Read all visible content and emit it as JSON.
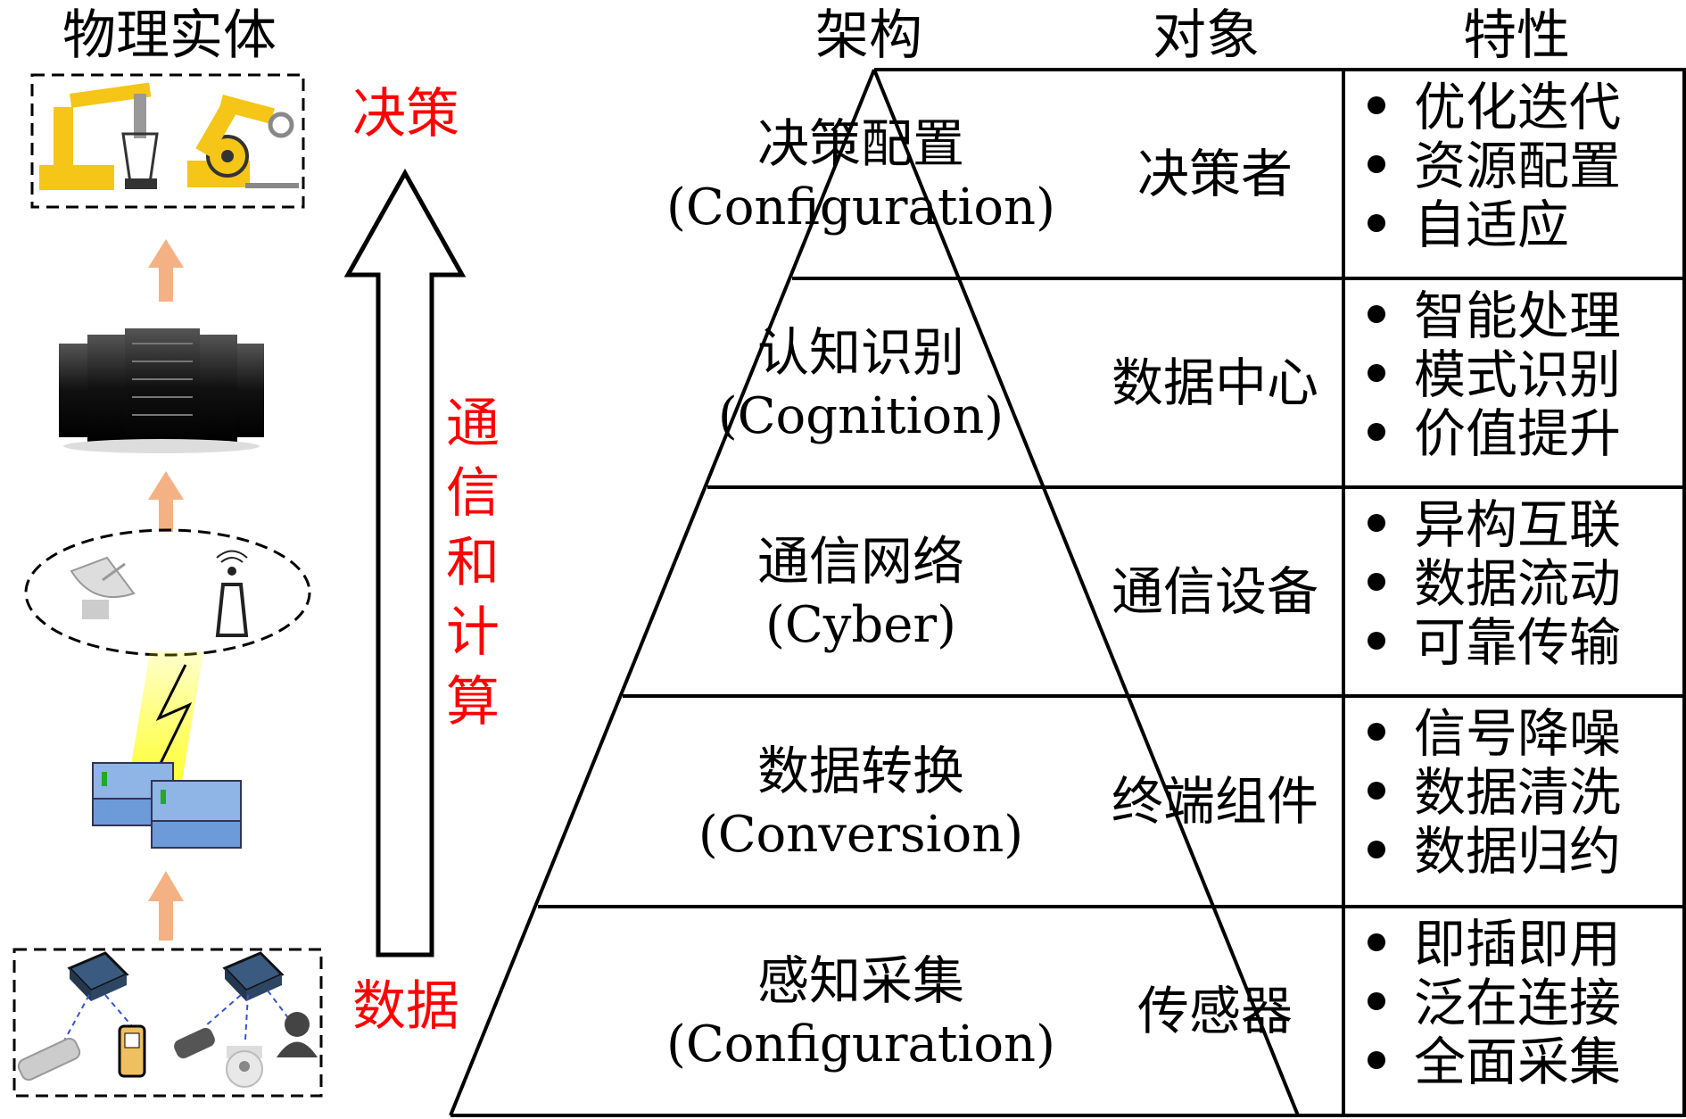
{
  "left": {
    "title": "物理实体",
    "label_decision": "决策",
    "label_comm_compute": "通信和计算",
    "label_data": "数据"
  },
  "headers": {
    "architecture": "架构",
    "object": "对象",
    "features": "特性"
  },
  "layers": [
    {
      "name_cn": "决策配置",
      "name_en": "(Configuration)",
      "object": "决策者",
      "features": [
        "优化迭代",
        "资源配置",
        "自适应"
      ]
    },
    {
      "name_cn": "认知识别",
      "name_en": "(Cognition)",
      "object": "数据中心",
      "features": [
        "智能处理",
        "模式识别",
        "价值提升"
      ]
    },
    {
      "name_cn": "通信网络",
      "name_en": "(Cyber)",
      "object": "通信设备",
      "features": [
        "异构互联",
        "数据流动",
        "可靠传输"
      ]
    },
    {
      "name_cn": "数据转换",
      "name_en": "(Conversion)",
      "object": "终端组件",
      "features": [
        "信号降噪",
        "数据清洗",
        "数据归约"
      ]
    },
    {
      "name_cn": "感知采集",
      "name_en": "(Configuration)",
      "object": "传感器",
      "features": [
        "即插即用",
        "泛在连接",
        "全面采集"
      ]
    }
  ],
  "colors": {
    "red_label": "#ff0000",
    "arrow_orange": "#f4b183",
    "robot_yellow": "#f5c518"
  },
  "icons": [
    "robot-arm-icon",
    "server-rack-icon",
    "satellite-dish-icon",
    "antenna-tower-icon",
    "lightning-icon",
    "network-switch-icon",
    "router-icon",
    "camera-icon",
    "phone-icon",
    "user-icon"
  ]
}
